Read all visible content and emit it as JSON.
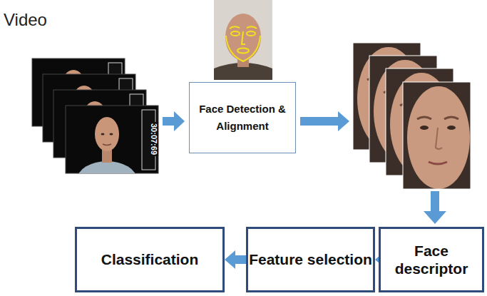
{
  "diagram": {
    "nodes": [
      {
        "text": [
          "Face Detection & Alignment"
        ]
      },
      {
        "text": [
          "Face descriptor"
        ]
      },
      {
        "text": [
          "Feature selection"
        ]
      },
      {
        "text": [
          "Classification"
        ]
      }
    ],
    "edges": [
      {
        "from": 1,
        "to": 2,
        "arrow": "to"
      },
      {
        "from": 2,
        "to": 3,
        "arrow": "to"
      }
    ],
    "labels": [
      "Video",
      "30:07:69"
    ]
  }
}
